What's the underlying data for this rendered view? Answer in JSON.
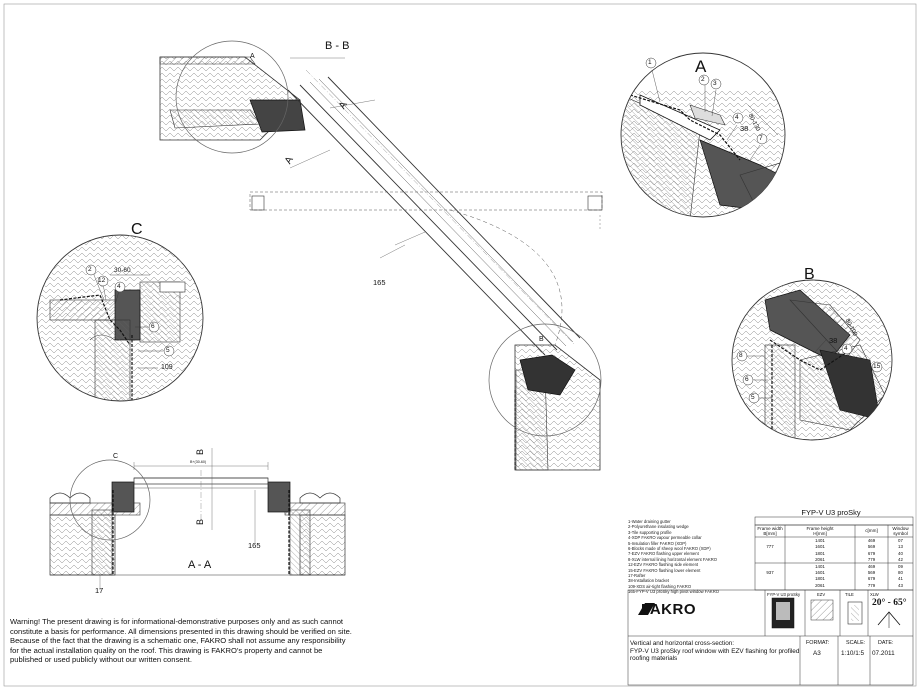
{
  "views": {
    "section_bb": "B - B",
    "section_aa": "A - A"
  },
  "details": {
    "a": {
      "title": "A",
      "callouts": [
        "1",
        "2",
        "3",
        "4",
        "38",
        "7",
        "80-130"
      ]
    },
    "b": {
      "title": "B",
      "callouts": [
        "80-100",
        "38",
        "4",
        "8",
        "6",
        "5",
        "15"
      ]
    },
    "c": {
      "title": "C",
      "callouts": [
        "2",
        "30-60",
        "12",
        "4",
        "6",
        "5",
        "109"
      ]
    }
  },
  "main_labels": {
    "a_top": "A",
    "a_left": "A",
    "a_side": "A",
    "b_lower": "B",
    "c_small": "C",
    "dim_165_upper": "165",
    "dim_165_lower": "165",
    "dim_17": "17",
    "b_vertical_top": "B",
    "b_vertical_mid": "B",
    "dim_b_span": "B+(30-60)"
  },
  "warning_lines": [
    "Warning! The present drawing is for informational-demonstrative purposes only and as such cannot",
    "constitute a basis for performance. All dimensions presented in this drawing should be verified on site.",
    "Because of the fact that the drawing is a schematic one, FAKRO shall not assume any responsibility",
    "for the actual installation quality on the roof. This drawing is FAKRO's property and cannot be",
    "published  or used publicly without our written consent."
  ],
  "legend": [
    "1-Water draining gutter",
    "2-Polyurethane insulating wedge",
    "3-Tile supporting profile",
    "4-XDP FAKRO vapour permeable collar",
    "5-Insulation filler FAKRO (XDP)",
    "6-Blocks made of sheep wool FAKRO (XDP)",
    "7-EZV FAKRO flashing upper element",
    "8-XLW internal lining horizontal element FAKRO",
    "12-EZV FAKRO flashing side element",
    "15-EZV FAKRO flashing lower element",
    "17-Rafter",
    "38-Installation bracket",
    "109-XDS air-tight flashing FAKRO",
    "165-FYP-V U3 proSky high pivot window FAKRO"
  ],
  "table": {
    "title": "FYP-V U3 proSky",
    "headers": [
      "Frame width\nB[mm]",
      "Frame height\nH[mm]",
      "c[mm]",
      "Window\nsymbol"
    ],
    "rows": [
      [
        "",
        "1401",
        "469",
        "07"
      ],
      [
        "777",
        "1601",
        "569",
        "13"
      ],
      [
        "",
        "1801",
        "679",
        "40"
      ],
      [
        "",
        "2061",
        "779",
        "42"
      ],
      [
        "",
        "1401",
        "469",
        "09"
      ],
      [
        "937",
        "1601",
        "569",
        "80"
      ],
      [
        "",
        "1801",
        "679",
        "41"
      ],
      [
        "",
        "2061",
        "779",
        "43"
      ]
    ]
  },
  "title_block": {
    "brand": "FAKRO",
    "product_labels": [
      "FYP-V U3 proSky",
      "EZV",
      "TILE",
      "XLW"
    ],
    "angle": "20° - 65°",
    "description": [
      "Vertical and horizontal cross-section:",
      "FYP-V U3 proSky roof window with EZV flashing for profiled",
      "roofing materials"
    ],
    "format_label": "FORMAT:",
    "format": "A3",
    "scale_label": "SCALE:",
    "scale": "1:10/1:5",
    "date_label": "DATE:",
    "date": "07.2011"
  }
}
